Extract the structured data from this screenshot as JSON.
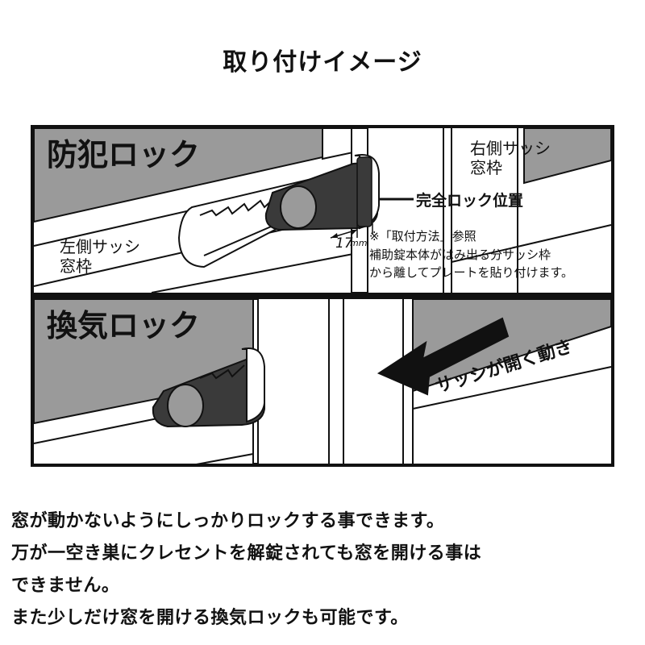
{
  "title": "取り付けイメージ",
  "panel_top": {
    "heading": "防犯ロック",
    "left_sash_line1": "左側サッシ",
    "left_sash_line2": "窓枠",
    "right_sash_line1": "右側サッシ",
    "right_sash_line2": "窓枠",
    "lock_position_label": "完全ロック位置",
    "dimension_value": "17",
    "dimension_unit": "mm",
    "note_title": "※「取付方法」参照",
    "note_line1": "補助錠本体がはみ出る分サッシ枠",
    "note_line2": "から離してプレートを貼り付けます。"
  },
  "panel_bottom": {
    "heading": "換気ロック",
    "motion_label": "サッシが開く動き"
  },
  "description": [
    "窓が動かないようにしっかりロックする事できます。",
    "万が一空き巣にクレセントを解錠されても窓を開ける事は",
    "できません。",
    "また少しだけ窓を開ける換気ロックも可能です。"
  ],
  "colors": {
    "frame_gray": "#9a9a9a",
    "lock_dark": "#3a3a3a",
    "outline": "#111111"
  }
}
